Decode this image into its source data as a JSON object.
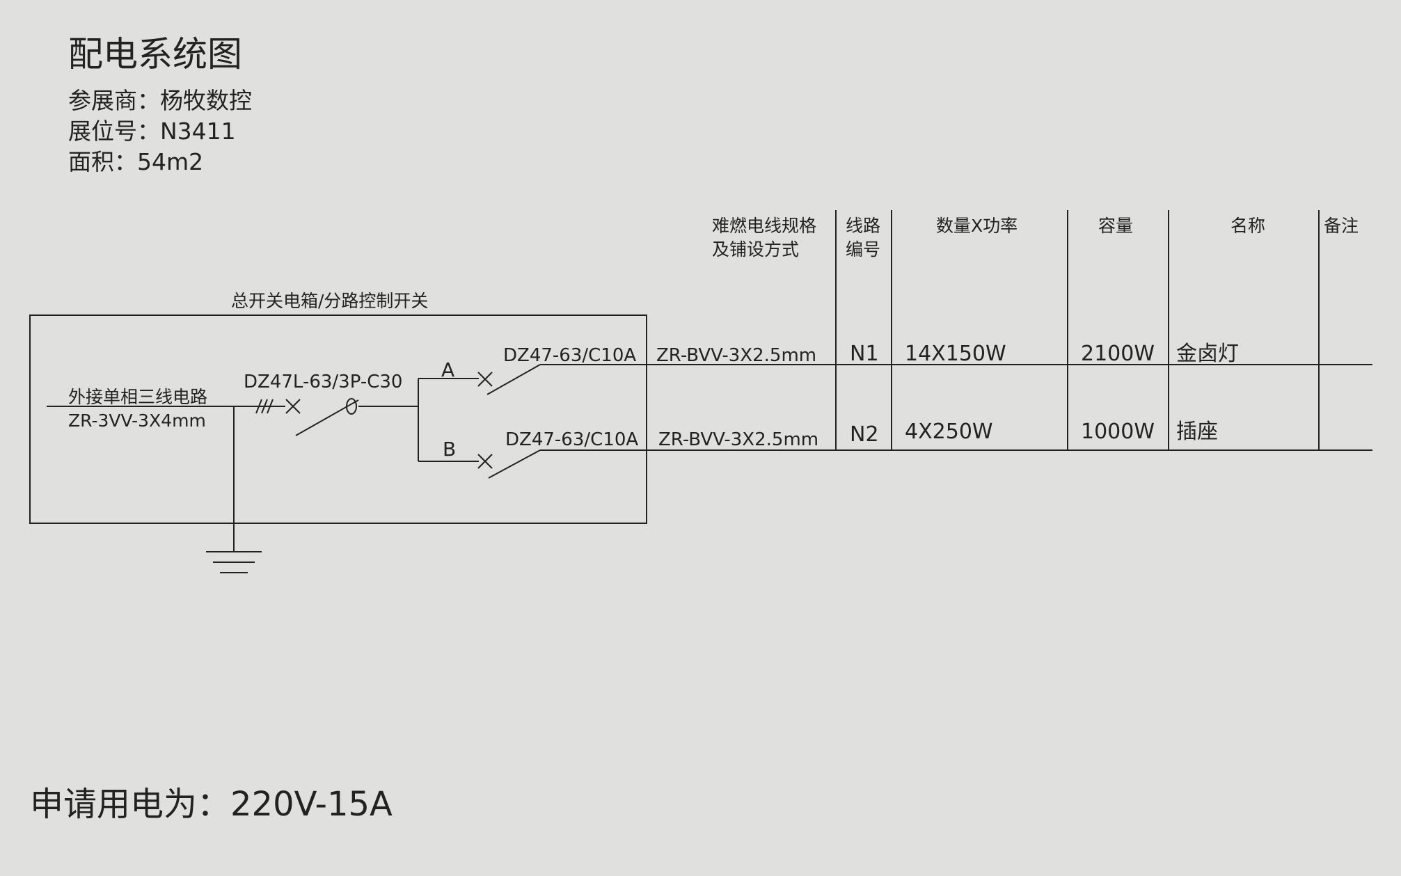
{
  "header": {
    "title": "配电系统图",
    "exhibitor": "参展商：杨牧数控",
    "booth": "展位号：N3411",
    "area": "面积：54m2"
  },
  "box": {
    "label": "总开关电箱/分路控制开关"
  },
  "supply": {
    "label": "外接单相三线电路",
    "cable": "ZR-3VV-3X4mm",
    "main_breaker": "DZ47L-63/3P-C30"
  },
  "table": {
    "headers": {
      "wire_line1": "难燃电线规格",
      "wire_line2": "及铺设方式",
      "circuit_line1": "线路",
      "circuit_line2": "编号",
      "qty_power": "数量X功率",
      "capacity": "容量",
      "name": "名称",
      "note": "备注"
    },
    "rows": [
      {
        "branch": "A",
        "breaker": "DZ47-63/C10A",
        "wire": "ZR-BVV-3X2.5mm",
        "circuit": "N1",
        "qty_power": "14X150W",
        "capacity": "2100W",
        "name": "金卤灯",
        "note": ""
      },
      {
        "branch": "B",
        "breaker": "DZ47-63/C10A",
        "wire": "ZR-BVV-3X2.5mm",
        "circuit": "N2",
        "qty_power": "4X250W",
        "capacity": "1000W",
        "name": "插座",
        "note": ""
      }
    ]
  },
  "footer": {
    "request": "申请用电为：220V-15A"
  }
}
